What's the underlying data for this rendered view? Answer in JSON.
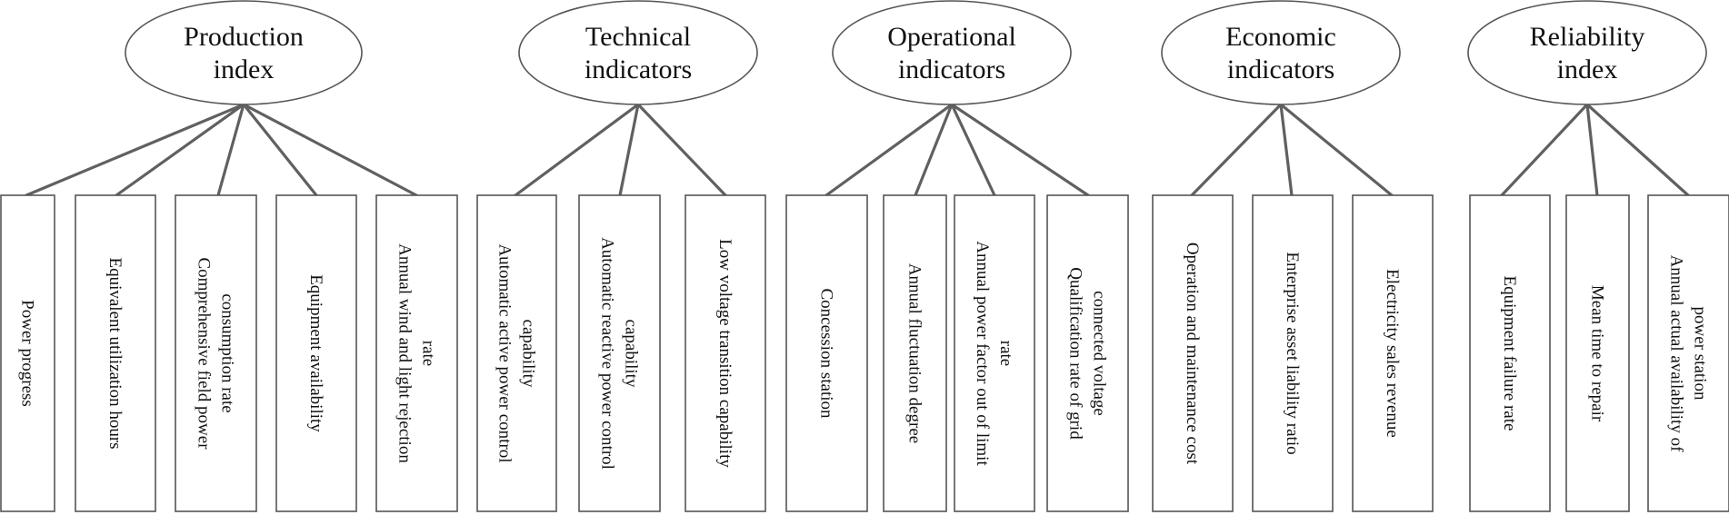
{
  "categories": [
    {
      "id": "production",
      "title_lines": [
        "Production",
        "index"
      ],
      "items": [
        {
          "lines": [
            "Power progress"
          ]
        },
        {
          "lines": [
            "Equivalent utilization hours"
          ]
        },
        {
          "lines": [
            "Comprehensive field power",
            "consumption rate"
          ]
        },
        {
          "lines": [
            "Equipment availability"
          ]
        },
        {
          "lines": [
            "Annual wind and light rejection",
            "rate"
          ]
        }
      ]
    },
    {
      "id": "technical",
      "title_lines": [
        "Technical",
        "indicators"
      ],
      "items": [
        {
          "lines": [
            "Automatic active power control",
            "capability"
          ]
        },
        {
          "lines": [
            "Automatic reactive power control",
            "capability"
          ]
        },
        {
          "lines": [
            "Low voltage transition capability"
          ]
        }
      ]
    },
    {
      "id": "operational",
      "title_lines": [
        "Operational",
        "indicators"
      ],
      "items": [
        {
          "lines": [
            "Concession station"
          ]
        },
        {
          "lines": [
            "Annual fluctuation degree"
          ]
        },
        {
          "lines": [
            "Annual power factor out of limit",
            "rate"
          ]
        },
        {
          "lines": [
            "Qualification rate of grid",
            "connected voltage"
          ]
        }
      ]
    },
    {
      "id": "economic",
      "title_lines": [
        "Economic",
        "indicators"
      ],
      "items": [
        {
          "lines": [
            "Operation and maintenance cost"
          ]
        },
        {
          "lines": [
            "Enterprise asset liability ratio"
          ]
        },
        {
          "lines": [
            "Electricity sales revenue"
          ]
        }
      ]
    },
    {
      "id": "reliability",
      "title_lines": [
        "Reliability",
        "index"
      ],
      "items": [
        {
          "lines": [
            "Equipment failure rate"
          ]
        },
        {
          "lines": [
            "Mean time to repair"
          ]
        },
        {
          "lines": [
            "Annual actual availability of",
            "power station"
          ]
        }
      ]
    }
  ]
}
